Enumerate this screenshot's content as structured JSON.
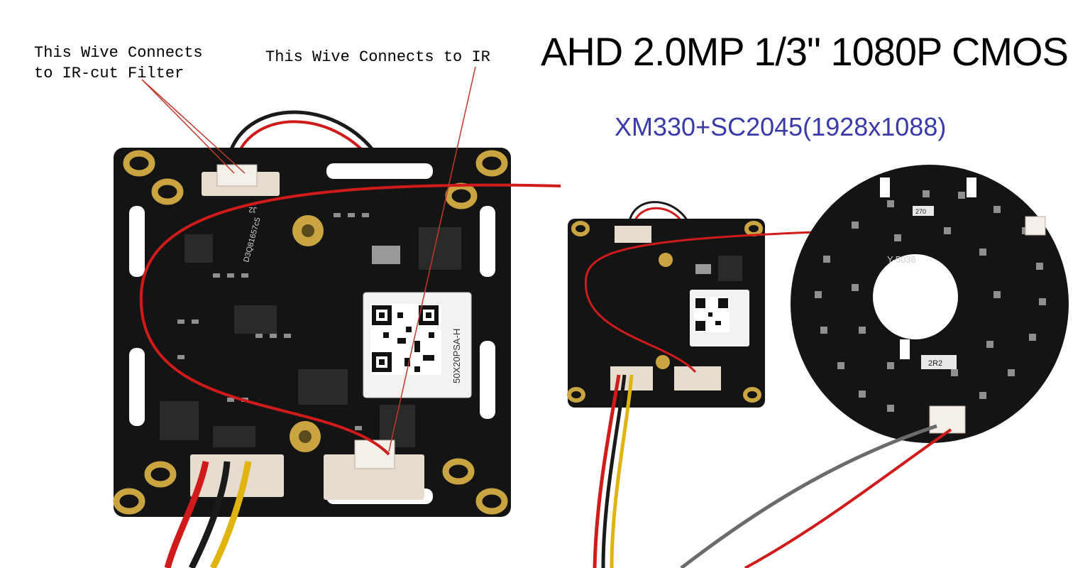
{
  "heading": "AHD 2.0MP 1/3\" 1080P CMOS",
  "subheading": "XM330+SC2045(1928x1088)",
  "annotations": {
    "ir_cut_line1": "This Wive Connects",
    "ir_cut_line2": "to IR-cut Filter",
    "ir": "This Wive Connects to IR"
  },
  "board_markings": {
    "connector_j2": "J2",
    "pcb_id": "D3Q81657c5",
    "qr_label": "50X20PSA-H",
    "ir_ring_model": "Y-5036",
    "resistor_a": "2R2",
    "resistor_b": "270"
  },
  "colors": {
    "pcb": "#141414",
    "gold_pad": "#c9a441",
    "wire_red": "#d11b1b",
    "wire_yellow": "#e0b40e",
    "wire_black": "#1a1a1a",
    "wire_gray": "#6b6b6b",
    "subtitle": "#3a3aa8"
  }
}
